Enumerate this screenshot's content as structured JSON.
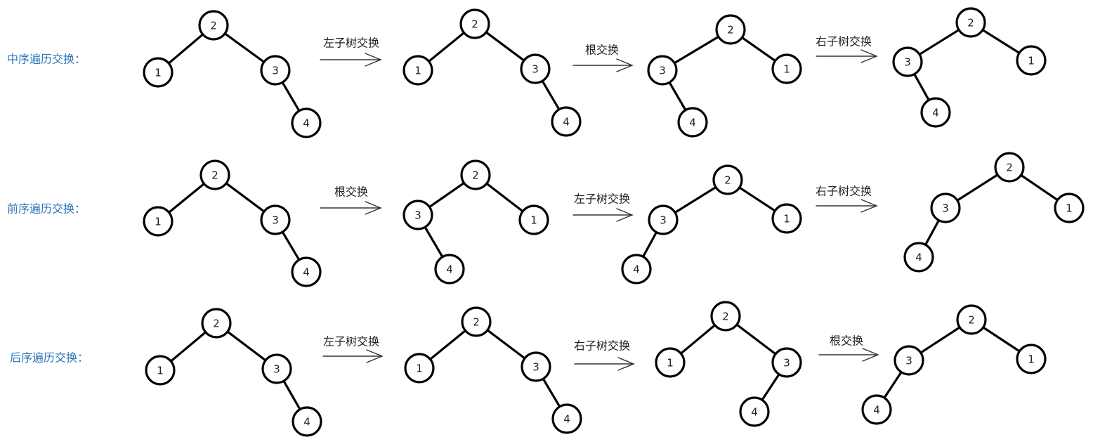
{
  "colors": {
    "row_label": "#2e75b6",
    "ink": "#000000"
  },
  "rows": [
    {
      "label": "中序遍历交换：",
      "ops": [
        "左子树交换",
        "根交换",
        "右子树交换"
      ],
      "trees": [
        {
          "nodes": [
            "2",
            "1",
            "3",
            "4"
          ],
          "edges": [
            [
              0,
              1
            ],
            [
              0,
              2
            ],
            [
              2,
              3
            ]
          ]
        },
        {
          "nodes": [
            "2",
            "1",
            "3",
            "4"
          ],
          "edges": [
            [
              0,
              1
            ],
            [
              0,
              2
            ],
            [
              2,
              3
            ]
          ]
        },
        {
          "nodes": [
            "2",
            "3",
            "1",
            "4"
          ],
          "edges": [
            [
              0,
              1
            ],
            [
              0,
              2
            ],
            [
              1,
              3
            ]
          ]
        },
        {
          "nodes": [
            "2",
            "3",
            "1",
            "4"
          ],
          "edges": [
            [
              0,
              1
            ],
            [
              0,
              2
            ],
            [
              1,
              3
            ]
          ]
        }
      ]
    },
    {
      "label": "前序遍历交换：",
      "ops": [
        "根交换",
        "左子树交换",
        "右子树交换"
      ],
      "trees": [
        {
          "nodes": [
            "2",
            "1",
            "3",
            "4"
          ],
          "edges": [
            [
              0,
              1
            ],
            [
              0,
              2
            ],
            [
              2,
              3
            ]
          ]
        },
        {
          "nodes": [
            "2",
            "3",
            "1",
            "4"
          ],
          "edges": [
            [
              0,
              1
            ],
            [
              0,
              2
            ],
            [
              1,
              3
            ]
          ]
        },
        {
          "nodes": [
            "2",
            "3",
            "1",
            "4"
          ],
          "edges": [
            [
              0,
              1
            ],
            [
              0,
              2
            ],
            [
              1,
              3
            ]
          ]
        },
        {
          "nodes": [
            "2",
            "3",
            "1",
            "4"
          ],
          "edges": [
            [
              0,
              1
            ],
            [
              0,
              2
            ],
            [
              1,
              3
            ]
          ]
        }
      ]
    },
    {
      "label": "后序遍历交换：",
      "ops": [
        "左子树交换",
        "右子树交换",
        "根交换"
      ],
      "trees": [
        {
          "nodes": [
            "2",
            "1",
            "3",
            "4"
          ],
          "edges": [
            [
              0,
              1
            ],
            [
              0,
              2
            ],
            [
              2,
              3
            ]
          ]
        },
        {
          "nodes": [
            "2",
            "1",
            "3",
            "4"
          ],
          "edges": [
            [
              0,
              1
            ],
            [
              0,
              2
            ],
            [
              2,
              3
            ]
          ]
        },
        {
          "nodes": [
            "2",
            "1",
            "3",
            "4"
          ],
          "edges": [
            [
              0,
              1
            ],
            [
              0,
              2
            ],
            [
              2,
              3
            ]
          ]
        },
        {
          "nodes": [
            "2",
            "3",
            "1",
            "4"
          ],
          "edges": [
            [
              0,
              1
            ],
            [
              0,
              2
            ],
            [
              1,
              3
            ]
          ]
        }
      ]
    }
  ]
}
